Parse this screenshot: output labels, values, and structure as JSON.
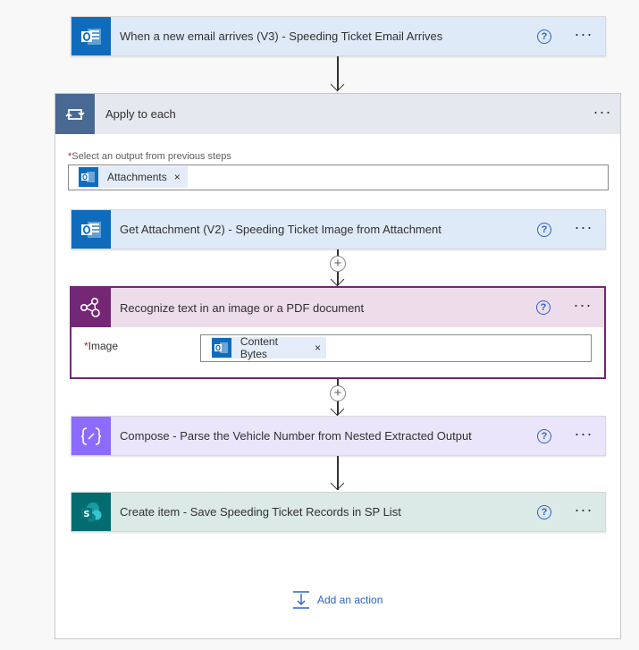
{
  "trigger": {
    "title": "When a new email arrives (V3) - Speeding Ticket Email Arrives",
    "help": "?",
    "more": "···"
  },
  "scope": {
    "title": "Apply to each",
    "more": "···",
    "select_label": "Select an output from previous steps",
    "required_mark": "*",
    "token": {
      "label": "Attachments",
      "remove": "×"
    }
  },
  "actions": {
    "get_attachment": {
      "title": "Get Attachment (V2) - Speeding Ticket Image from Attachment",
      "help": "?",
      "more": "···"
    },
    "recognize": {
      "title": "Recognize text in an image or a PDF document",
      "help": "?",
      "more": "···",
      "image_label": "Image",
      "required_mark": "*",
      "token": {
        "label": "Content Bytes",
        "remove": "×"
      }
    },
    "compose": {
      "title": "Compose - Parse the Vehicle Number from Nested Extracted Output",
      "help": "?",
      "more": "···"
    },
    "create_item": {
      "title": "Create item - Save Speeding Ticket Records in SP List",
      "help": "?",
      "more": "···"
    }
  },
  "add_action": {
    "label": "Add an action"
  },
  "insert_step": {
    "symbol": "+"
  },
  "colors": {
    "outlook_card": "#dfeaf8",
    "outlook_icon": "#0f6cbd",
    "scope_header": "#e6e8ef",
    "scope_icon": "#486991",
    "ai_header": "#eddcea",
    "ai_icon": "#742774",
    "compose_card": "#ebe5fb",
    "compose_icon": "#8c6cff",
    "sharepoint_card": "#dbe9e7",
    "sharepoint_icon": "#036c70",
    "link": "#2b62c7"
  },
  "icons": {
    "trigger": "outlook-icon",
    "scope": "loop-icon",
    "get_attachment": "outlook-icon",
    "recognize": "ai-builder-icon",
    "compose": "compose-icon",
    "create_item": "sharepoint-icon",
    "add_action": "add-action-icon"
  }
}
